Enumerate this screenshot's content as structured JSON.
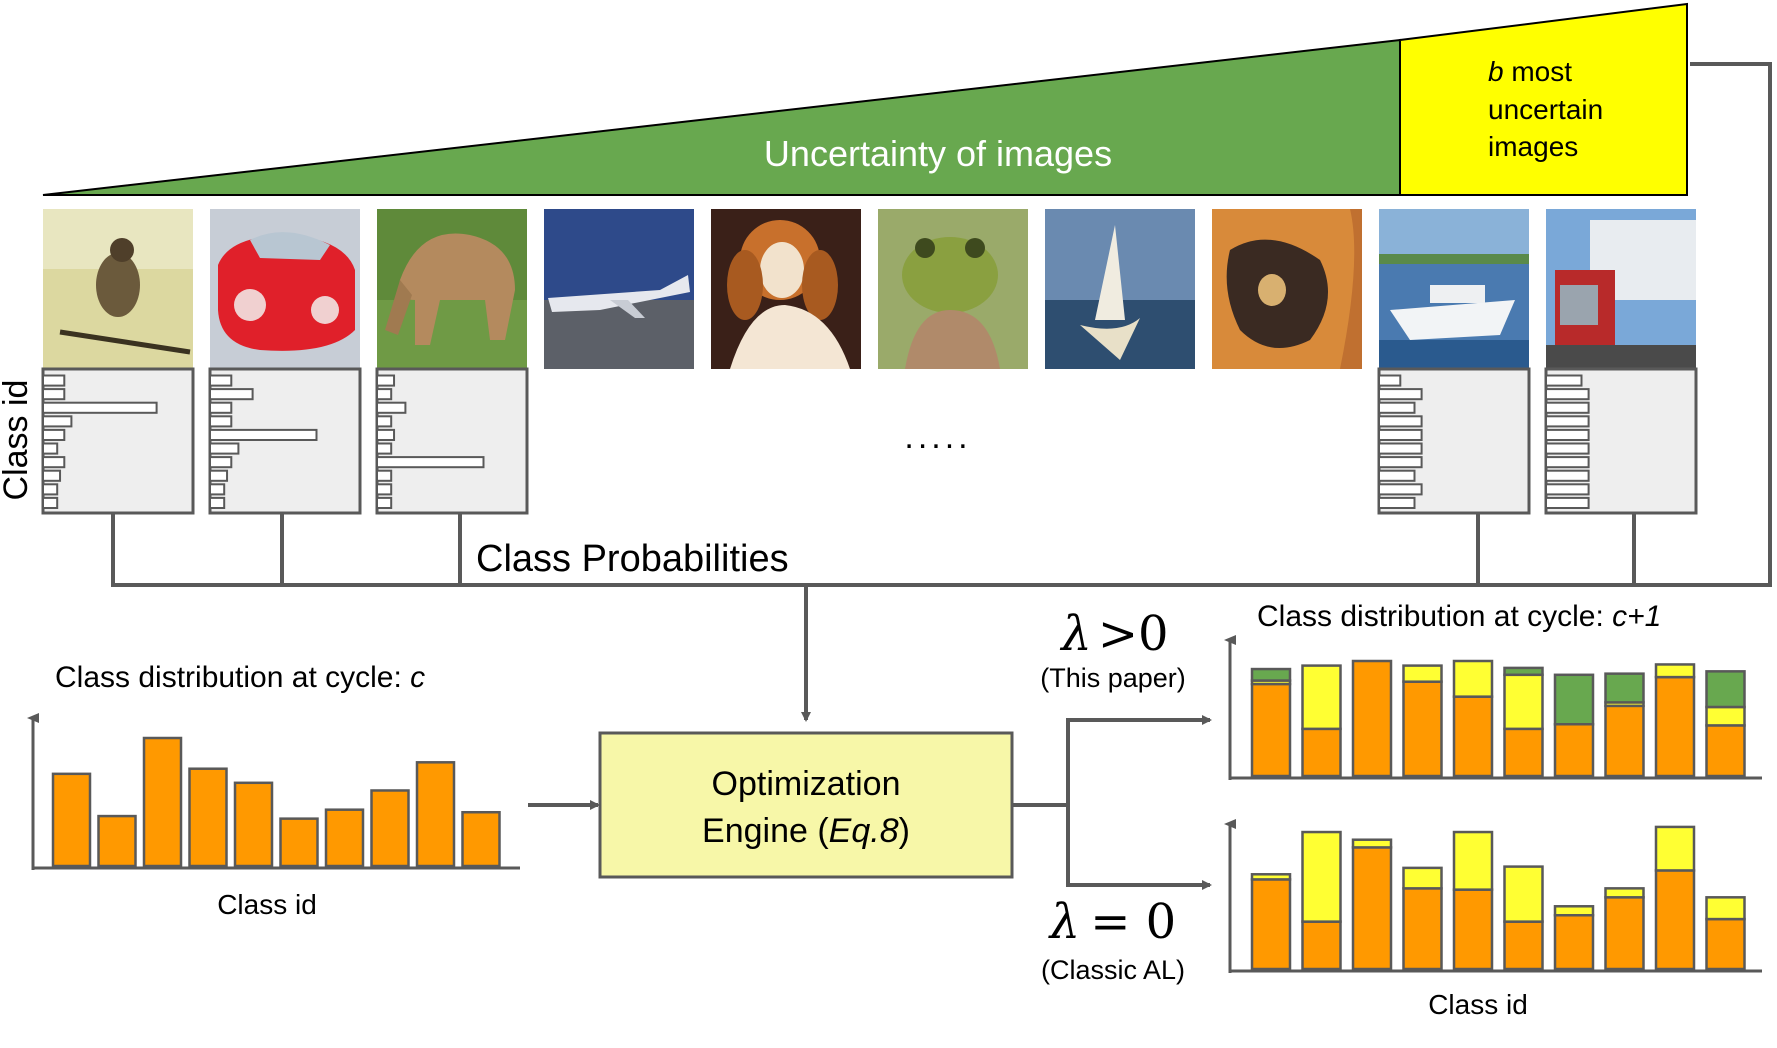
{
  "header": {
    "uncertainty_label": "Uncertainty of images",
    "most_uncertain_b": "b",
    "most_uncertain_line1_rest": " most",
    "most_uncertain_line2": "uncertain",
    "most_uncertain_line3": "images",
    "green_color": "#68a84f",
    "yellow_color": "#ffff00"
  },
  "thumbnails": [
    {
      "subject": "bird"
    },
    {
      "subject": "car"
    },
    {
      "subject": "horse"
    },
    {
      "subject": "airplane"
    },
    {
      "subject": "dog"
    },
    {
      "subject": "frog"
    },
    {
      "subject": "ship"
    },
    {
      "subject": "cat"
    },
    {
      "subject": "ship"
    },
    {
      "subject": "truck"
    }
  ],
  "probabilities": {
    "axis_label": "Class id",
    "ellipsis": ".....",
    "caption": "Class Probabilities",
    "histograms": [
      [
        0.15,
        0.15,
        0.8,
        0.2,
        0.15,
        0.1,
        0.15,
        0.12,
        0.1,
        0.1
      ],
      [
        0.15,
        0.3,
        0.15,
        0.15,
        0.75,
        0.2,
        0.15,
        0.12,
        0.1,
        0.1
      ],
      [
        0.12,
        0.1,
        0.2,
        0.1,
        0.12,
        0.1,
        0.75,
        0.1,
        0.1,
        0.1
      ],
      [
        0.15,
        0.3,
        0.25,
        0.3,
        0.3,
        0.3,
        0.3,
        0.25,
        0.3,
        0.25
      ],
      [
        0.25,
        0.3,
        0.3,
        0.3,
        0.3,
        0.3,
        0.3,
        0.3,
        0.3,
        0.3
      ]
    ]
  },
  "engine": {
    "line1": "Optimization",
    "line2_prefix": "Engine (",
    "line2_eq": "Eq.8",
    "line2_suffix": ")",
    "fill_color": "#f7f7a8"
  },
  "lambda_positive": {
    "symbol": "λ",
    "relation": ">0",
    "note": "(This paper)"
  },
  "lambda_zero": {
    "symbol": "λ",
    "relation": "= 0",
    "note": "(Classic AL)"
  },
  "chart_data": [
    {
      "type": "bar",
      "title_prefix": "Class distribution at cycle: ",
      "title_var": "c",
      "xlabel": "Class id",
      "values": [
        0.72,
        0.39,
        1.0,
        0.76,
        0.65,
        0.37,
        0.44,
        0.59,
        0.81,
        0.42
      ],
      "color": "#ff9900"
    },
    {
      "type": "bar",
      "stacked": true,
      "title_prefix": "Class distribution at cycle: ",
      "title_var": "c+1",
      "series": [
        {
          "values": [
            0.8,
            0.41,
            1.0,
            0.82,
            0.69,
            0.41,
            0.45,
            0.61,
            0.86,
            0.44
          ],
          "color": "#ff9900"
        },
        {
          "values": [
            0.03,
            0.55,
            0.0,
            0.14,
            0.31,
            0.47,
            0.0,
            0.03,
            0.11,
            0.16
          ],
          "color": "#ffff33"
        },
        {
          "values": [
            0.1,
            0.0,
            0.0,
            0.0,
            0.0,
            0.06,
            0.43,
            0.25,
            0.0,
            0.31
          ],
          "color": "#68a84f"
        }
      ]
    },
    {
      "type": "bar",
      "stacked": true,
      "xlabel": "Class id",
      "series": [
        {
          "values": [
            0.7,
            0.37,
            0.95,
            0.63,
            0.62,
            0.37,
            0.42,
            0.56,
            0.77,
            0.39
          ],
          "color": "#ff9900"
        },
        {
          "values": [
            0.04,
            0.7,
            0.06,
            0.16,
            0.45,
            0.43,
            0.07,
            0.07,
            0.34,
            0.17
          ],
          "color": "#ffff33"
        }
      ]
    }
  ]
}
